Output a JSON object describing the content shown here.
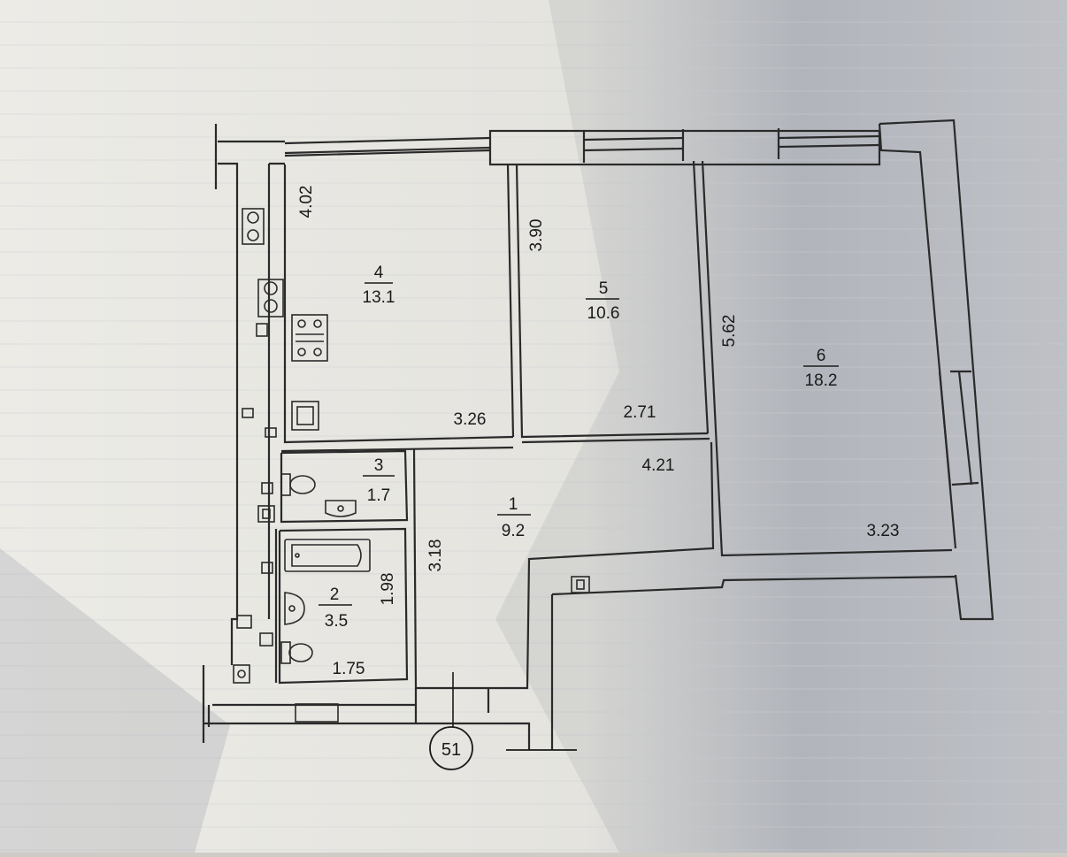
{
  "rooms": [
    {
      "id": "4",
      "number": "4",
      "area": "13.1",
      "widths": [
        "3.26"
      ],
      "heights": [
        "4.02"
      ]
    },
    {
      "id": "5",
      "number": "5",
      "area": "10.6",
      "widths": [
        "2.71"
      ],
      "heights": [
        "3.90"
      ]
    },
    {
      "id": "6",
      "number": "6",
      "area": "18.2",
      "widths": [
        "3.23"
      ],
      "heights": [
        "5.62"
      ]
    },
    {
      "id": "3",
      "number": "3",
      "area": "1.7",
      "widths": [],
      "heights": []
    },
    {
      "id": "1",
      "number": "1",
      "area": "9.2",
      "widths": [
        "4.21"
      ],
      "heights": [
        "3.18"
      ]
    },
    {
      "id": "2",
      "number": "2",
      "area": "3.5",
      "widths": [
        "1.75"
      ],
      "heights": [
        "1.98"
      ]
    }
  ],
  "axis_marker": "51",
  "colors": {
    "paper": "#e9e7e1",
    "paper_shadow": "#aeb0b5",
    "ink": "#1a1a1a",
    "wall": "#2a2a2a"
  }
}
